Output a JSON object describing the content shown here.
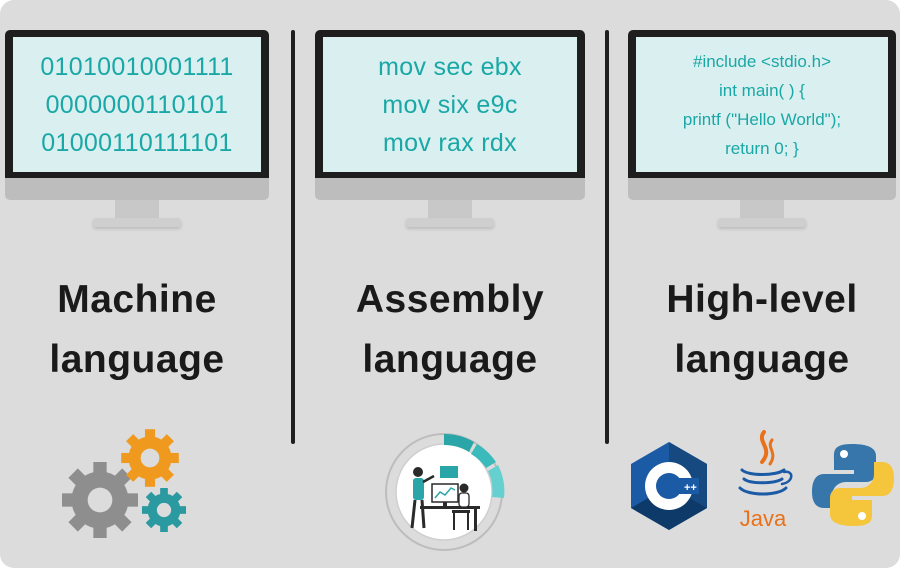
{
  "columns": [
    {
      "screen_lines": [
        "01010010001111",
        "0000000110101",
        "01000110111101"
      ],
      "title_lines": [
        "Machine",
        "language"
      ],
      "icon": "gears-icon"
    },
    {
      "screen_lines": [
        "mov sec ebx",
        "mov six e9c",
        "mov rax rdx"
      ],
      "title_lines": [
        "Assembly",
        "language"
      ],
      "icon": "developer-at-desk-icon"
    },
    {
      "screen_lines": [
        "#include <stdio.h>",
        "int main( ) {",
        "printf (\"Hello World\");",
        "return 0; }"
      ],
      "title_lines": [
        "High-level",
        "language"
      ],
      "logos": [
        {
          "icon": "cpp-logo-icon",
          "text": "C",
          "superscript": "++"
        },
        {
          "icon": "java-logo-icon",
          "text": "Java"
        },
        {
          "icon": "python-logo-icon"
        }
      ]
    }
  ],
  "colors": {
    "background": "#dcdcdc",
    "code_text": "#1aa8a6",
    "screen": "#d9eff0",
    "bezel": "#1e1e1e",
    "gear_orange": "#f0991f",
    "gear_teal": "#2a9aa0",
    "gear_gray": "#8e8e8e",
    "cpp_blue": "#1b5aa5",
    "java_orange": "#e8711a",
    "python_blue": "#3776ab",
    "python_yellow": "#f5c63c"
  }
}
